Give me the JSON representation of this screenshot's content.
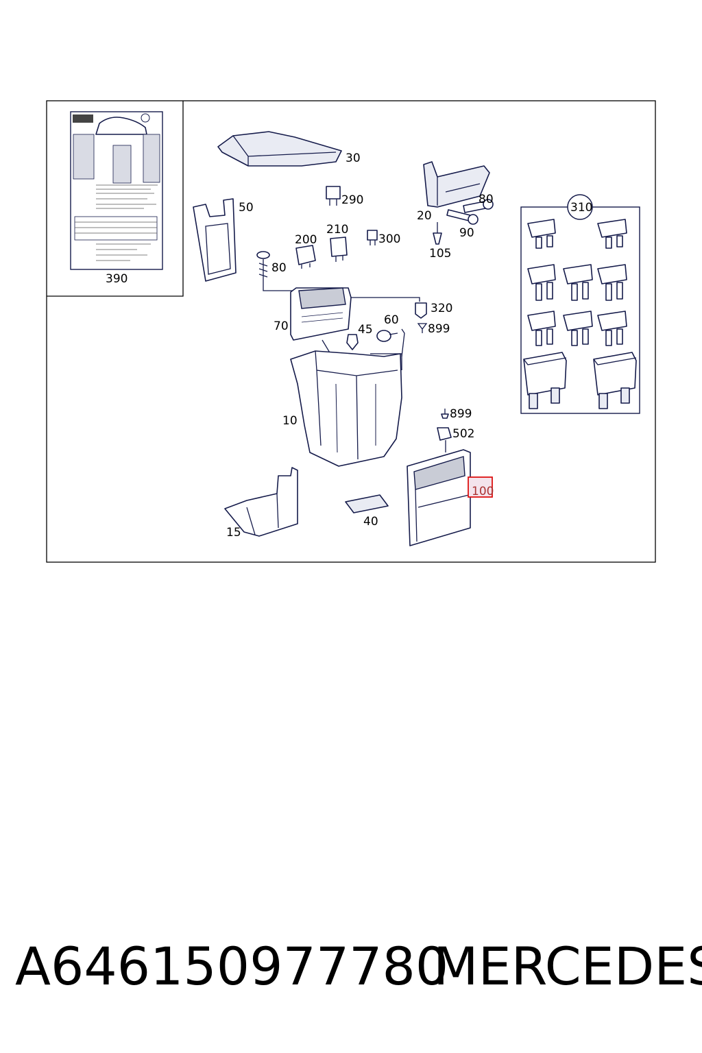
{
  "diagram": {
    "callouts": {
      "c390": "390",
      "c30": "30",
      "c290": "290",
      "c50": "50",
      "c20": "20",
      "c80a": "80",
      "c90": "90",
      "c105": "105",
      "c310": "310",
      "c200": "200",
      "c210": "210",
      "c300": "300",
      "c80b": "80",
      "c70": "70",
      "c320": "320",
      "c899a": "899",
      "c45": "45",
      "c60": "60",
      "c10": "10",
      "c899b": "899",
      "c502": "502",
      "c100": "100",
      "c15": "15",
      "c40": "40"
    },
    "highlight_color": "#d11"
  },
  "footer": {
    "part_number": "A646150977780",
    "brand": "MERCEDES"
  }
}
